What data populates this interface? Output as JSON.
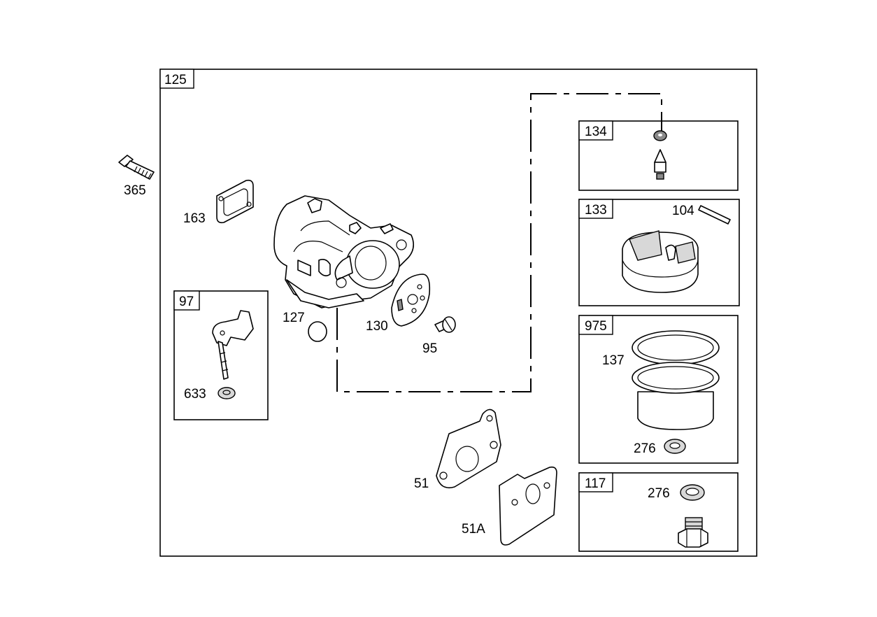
{
  "frames": {
    "main": "125",
    "float_valve": "134",
    "float": "133",
    "bowl": "975",
    "bowl_nut": "117",
    "choke": "97"
  },
  "labels": {
    "bolt": "365",
    "gasket_top": "163",
    "float_pin": "104",
    "plug": "127",
    "diaphragm": "130",
    "screw": "95",
    "bowl_ring": "137",
    "washer_bowl": "276",
    "washer_nut": "276",
    "choke_washer": "633",
    "gasket": "51",
    "insulator": "51A"
  }
}
